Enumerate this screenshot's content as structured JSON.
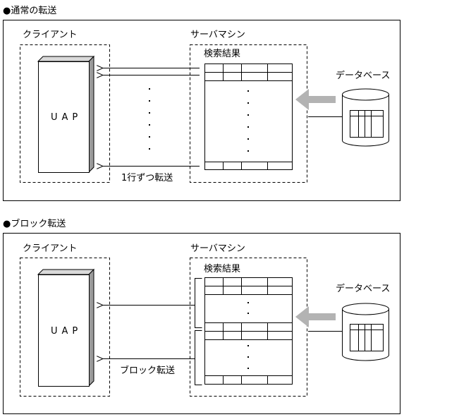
{
  "normal_transfer": {
    "heading": "●通常の転送",
    "client_label": "クライアント",
    "server_label": "サーバマシン",
    "uap_label": "UAP",
    "result_label": "検索結果",
    "database_label": "データベース",
    "transfer_label": "1行ずつ転送"
  },
  "block_transfer": {
    "heading": "●ブロック転送",
    "client_label": "クライアント",
    "server_label": "サーバマシン",
    "uap_label": "UAP",
    "result_label": "検索結果",
    "database_label": "データベース",
    "transfer_label": "ブロック転送"
  }
}
